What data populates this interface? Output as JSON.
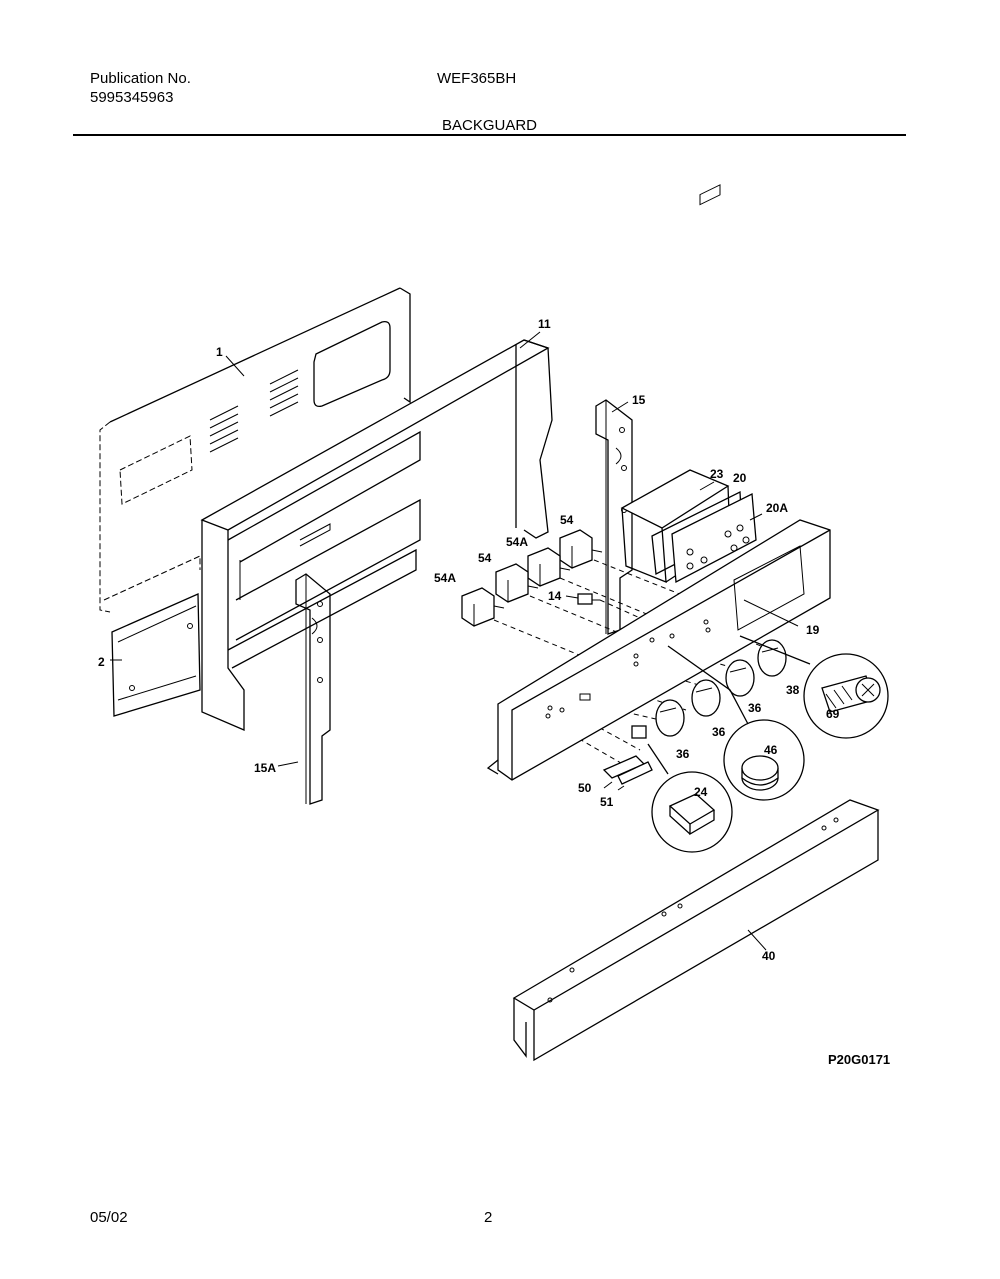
{
  "header": {
    "publication_label": "Publication No.",
    "publication_number": "5995345963",
    "model": "WEF365BH",
    "section_title": "BACKGUARD"
  },
  "diagram": {
    "code": "P20G0171",
    "callouts": {
      "p1": "1",
      "p2": "2",
      "p11": "11",
      "p15": "15",
      "p15a": "15A",
      "p23": "23",
      "p20": "20",
      "p20a": "20A",
      "p54_upper": "54",
      "p54a_upper": "54A",
      "p54_lower": "54",
      "p54a_lower": "54A",
      "p14": "14",
      "p19": "19",
      "p36_a": "36",
      "p36_b": "36",
      "p36_c": "36",
      "p38": "38",
      "p69": "69",
      "p46": "46",
      "p24": "24",
      "p50": "50",
      "p51": "51",
      "p40": "40"
    }
  },
  "footer": {
    "date": "05/02",
    "page": "2"
  }
}
